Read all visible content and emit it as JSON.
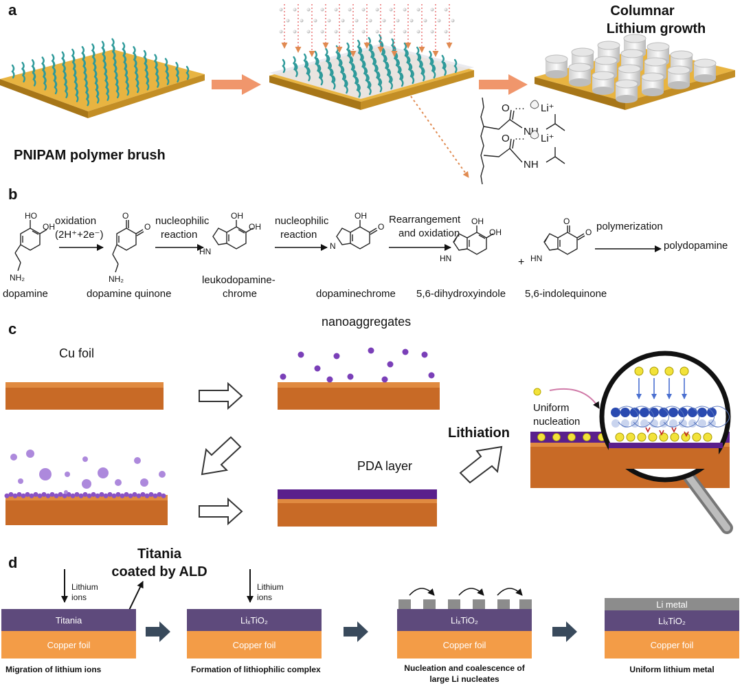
{
  "panel_a": {
    "letter": "a",
    "brush_label": "PNIPAM polymer brush",
    "growth_title_1": "Columnar",
    "growth_title_2": "Lithium growth",
    "chem_o": "O",
    "chem_li": "Li⁺",
    "chem_nh": "NH"
  },
  "panel_b": {
    "letter": "b",
    "steps": {
      "s1_top": "oxidation",
      "s1_bottom": "(2H⁺+2e⁻)",
      "s2_top": "nucleophilic",
      "s2_bottom": "reaction",
      "s3_top": "nucleophilic",
      "s3_bottom": "reaction",
      "s4_top": "Rearrangement",
      "s4_bottom": "and oxidation",
      "s5": "polymerization"
    },
    "molecules": {
      "dopamine": "dopamine",
      "quinone": "dopamine quinone",
      "leuko_1": "leukodopamine-",
      "leuko_2": "chrome",
      "dopaminechrome": "dopaminechrome",
      "dhi": "5,6-dihydroxyindole",
      "iq": "5,6-indolequinone",
      "product": "polydopamine"
    },
    "atoms": {
      "oh": "OH",
      "ho": "HO",
      "o": "O",
      "nh2": "NH₂",
      "hn": "HN",
      "n": "N",
      "plus": "+"
    }
  },
  "panel_c": {
    "letter": "c",
    "cu_foil": "Cu foil",
    "nanoaggregates": "nanoaggregates",
    "pda_layer": "PDA layer",
    "lithiation": "Lithiation",
    "uniform_1": "Uniform",
    "uniform_2": "nucleation"
  },
  "panel_d": {
    "letter": "d",
    "titania_coated_1": "Titania",
    "titania_coated_2": "coated by ALD",
    "lithium_ions_1": "Lithium",
    "lithium_ions_2": "ions",
    "titania": "Titania",
    "copper_foil": "Copper foil",
    "lixtio2": "LiₓTiO₂",
    "li_metal": "Li metal",
    "cap1": "Migration of lithium ions",
    "cap2": "Formation of lithiophilic complex",
    "cap3_1": "Nucleation and coalescence of",
    "cap3_2": "large Li nucleates",
    "cap4": "Uniform lithium metal"
  },
  "colors": {
    "gold": "#d9a22e",
    "teal": "#2e9a9a",
    "salmon_arrow": "#f0966c",
    "copper": "#c86a26",
    "purple": "#5a1f8c",
    "nano_purple": "#8a52c4",
    "li_yellow": "#f2e23a",
    "titania_purple": "#5e4a7c",
    "copper_orange": "#f39c47",
    "gray_metal": "#8c8c8c",
    "dark_arrow": "#394a5c"
  }
}
